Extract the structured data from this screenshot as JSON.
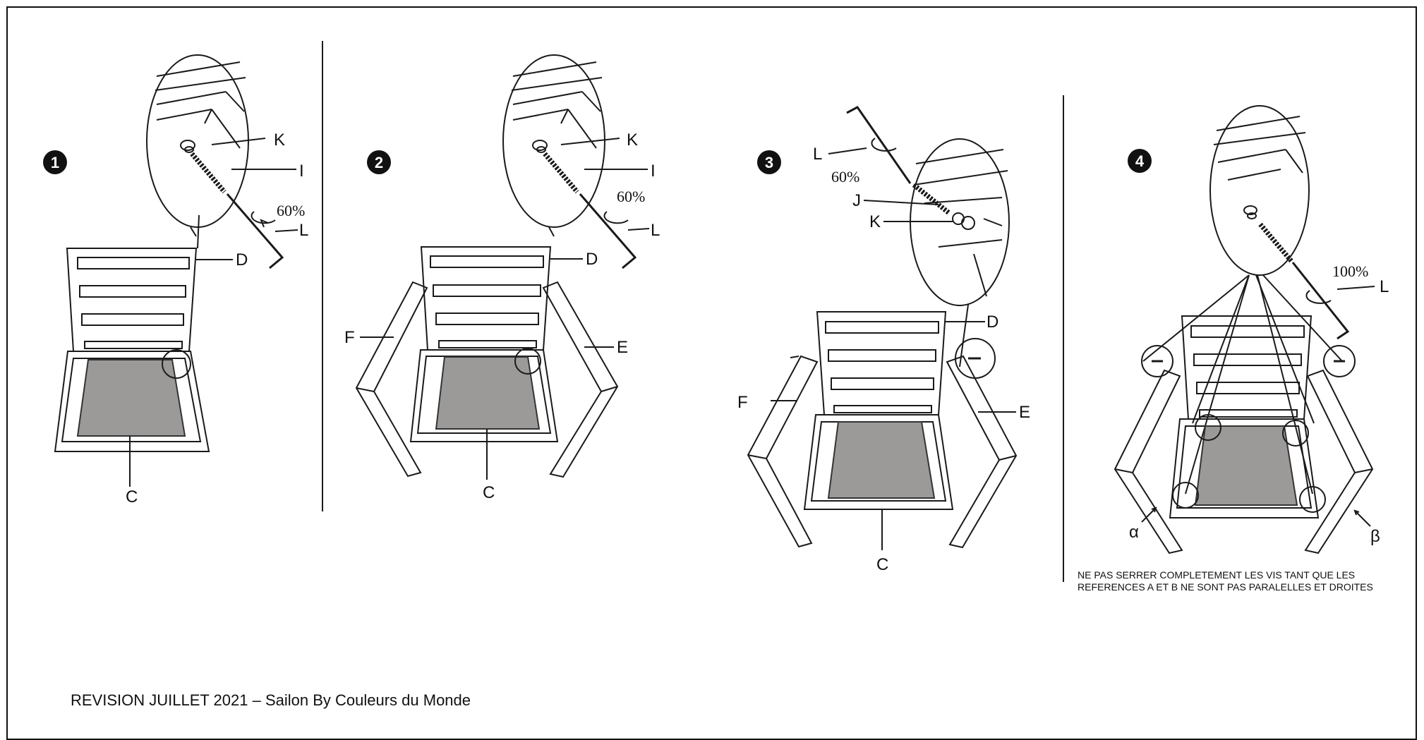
{
  "steps": [
    {
      "number": "1",
      "labels": {
        "K": "K",
        "I": "I",
        "L": "L",
        "D": "D",
        "C": "C"
      },
      "torque": "60%"
    },
    {
      "number": "2",
      "labels": {
        "K": "K",
        "I": "I",
        "L": "L",
        "D": "D",
        "F": "F",
        "E": "E",
        "C": "C"
      },
      "torque": "60%"
    },
    {
      "number": "3",
      "labels": {
        "L": "L",
        "J": "J",
        "K": "K",
        "D": "D",
        "F": "F",
        "E": "E",
        "C": "C"
      },
      "torque": "60%"
    },
    {
      "number": "4",
      "labels": {
        "L": "L",
        "alpha": "α",
        "beta": "β"
      },
      "torque": "100%"
    }
  ],
  "note": {
    "line1": "NE PAS SERRER COMPLETEMENT LES VIS TANT QUE LES",
    "line2": "REFERENCES A ET B NE SONT PAS PARALELLES ET DROITES"
  },
  "footer": "REVISION JUILLET 2021 – Sailon By Couleurs du Monde",
  "colors": {
    "seat": "#9c9a99",
    "line": "#1a1a1a",
    "badge": "#111111"
  }
}
